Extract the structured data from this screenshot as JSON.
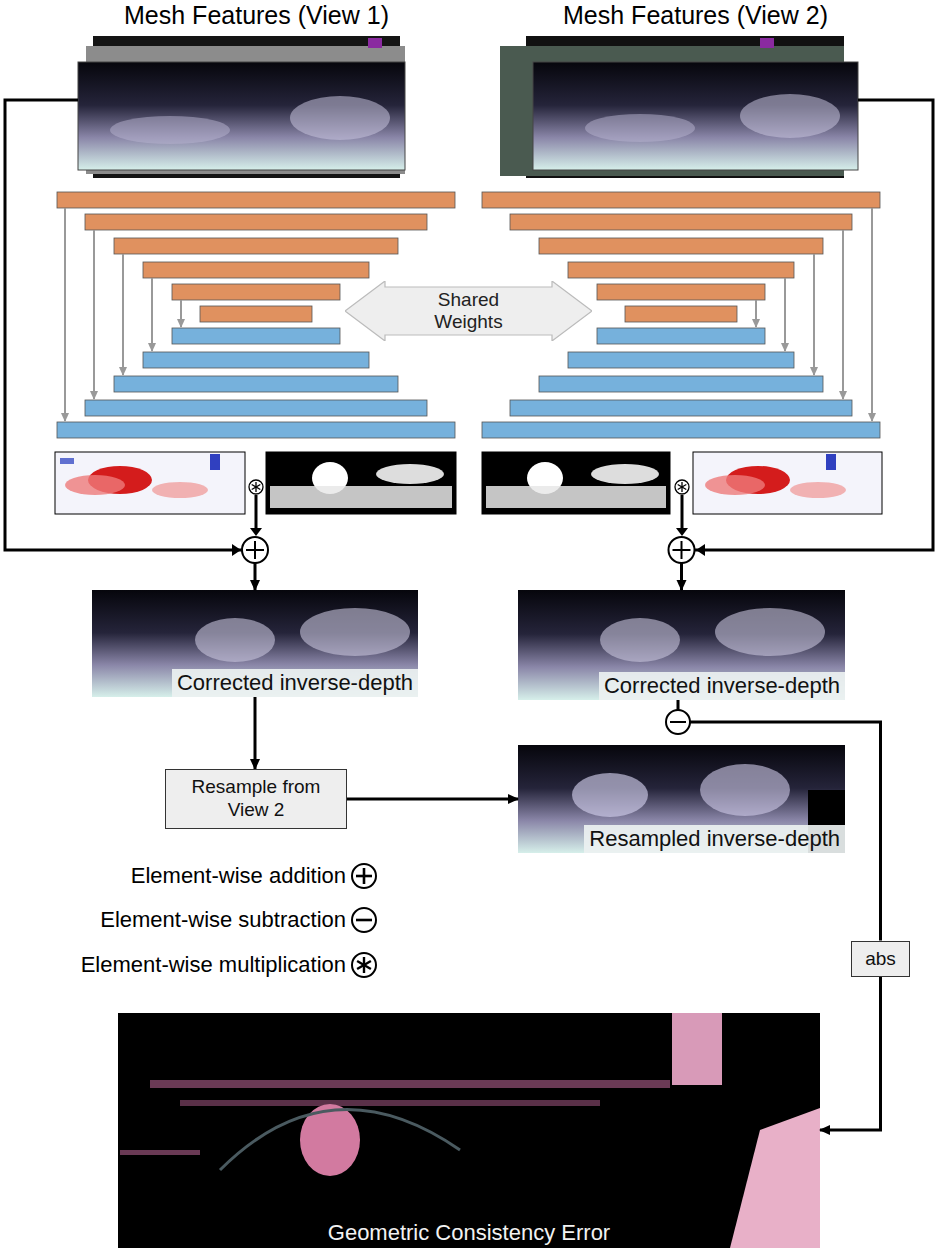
{
  "diagram": {
    "nodes": [
      {
        "text": [
          "Mesh Features (View 1)"
        ]
      },
      {
        "text": [
          "Mesh Features (View 2)"
        ]
      },
      {
        "text": [
          "Shared Weights"
        ]
      },
      {
        "text": [
          "Corrected inverse-depth"
        ]
      },
      {
        "text": [
          "Corrected inverse-depth"
        ]
      },
      {
        "text": [
          "Resample from View 2"
        ]
      },
      {
        "text": [
          "Resampled inverse-depth"
        ]
      },
      {
        "text": [
          "abs"
        ]
      },
      {
        "text": [
          "Geometric Consistency Error"
        ]
      }
    ],
    "edges": [
      {
        "from": 0,
        "to": 3,
        "arrow": "to"
      },
      {
        "from": 1,
        "to": 4,
        "arrow": "to"
      },
      {
        "from": 3,
        "to": 5,
        "arrow": "to"
      },
      {
        "from": 5,
        "to": 6,
        "arrow": "to"
      },
      {
        "from": 4,
        "to": 7,
        "arrow": "none"
      },
      {
        "from": 7,
        "to": 8,
        "arrow": "to"
      }
    ],
    "legend": [
      {
        "text": "Element-wise addition"
      },
      {
        "text": "Element-wise subtraction"
      },
      {
        "text": "Element-wise multiplication"
      }
    ]
  }
}
